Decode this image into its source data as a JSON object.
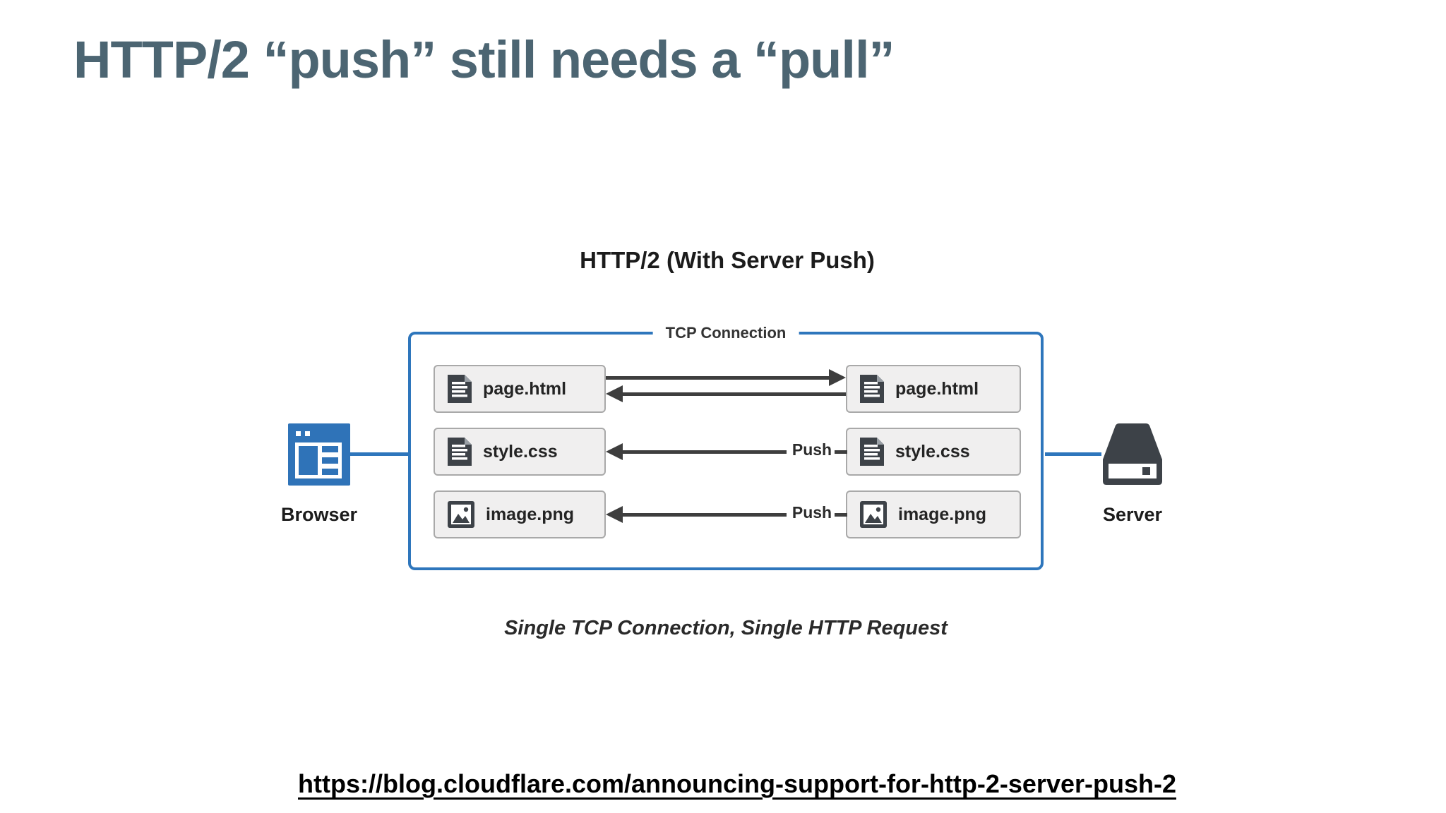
{
  "slide": {
    "title": "HTTP/2 “push” still needs a “pull”"
  },
  "diagram": {
    "title": "HTTP/2 (With Server Push)",
    "tcp_label": "TCP Connection",
    "caption": "Single TCP Connection, Single HTTP Request",
    "browser_label": "Browser",
    "server_label": "Server",
    "push_label": "Push",
    "left_files": [
      {
        "name": "page.html",
        "icon": "document-icon"
      },
      {
        "name": "style.css",
        "icon": "document-icon"
      },
      {
        "name": "image.png",
        "icon": "image-icon"
      }
    ],
    "right_files": [
      {
        "name": "page.html",
        "icon": "document-icon"
      },
      {
        "name": "style.css",
        "icon": "document-icon"
      },
      {
        "name": "image.png",
        "icon": "image-icon"
      }
    ],
    "flows": [
      {
        "row": "page.html",
        "direction": "request-response"
      },
      {
        "row": "style.css",
        "direction": "push"
      },
      {
        "row": "image.png",
        "direction": "push"
      }
    ],
    "colors": {
      "accent_blue": "#2e76bc",
      "browser_blue": "#2f73b8",
      "icon_dark": "#3d4248",
      "arrow_dark": "#3e3e3e",
      "title_slate": "#4c6572",
      "file_box_bg": "#f0efef",
      "file_box_border": "#a9a9a9"
    }
  },
  "link": {
    "url": "https://blog.cloudflare.com/announcing-support-for-http-2-server-push-2"
  }
}
